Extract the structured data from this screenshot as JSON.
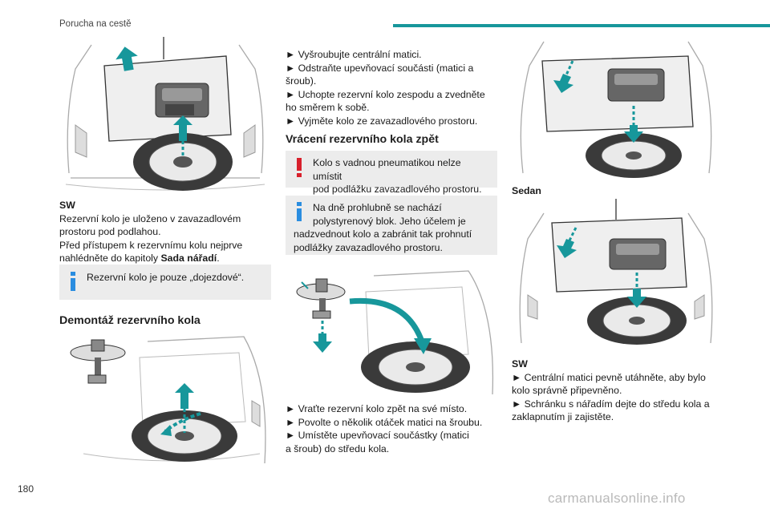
{
  "header": {
    "section_title": "Porucha na cestě"
  },
  "page": {
    "number": "180"
  },
  "watermark": "carmanualsonline.info",
  "colors": {
    "accent": "#17979b",
    "warning": "#d8202c",
    "info": "#2a8de0",
    "note_bg": "#ececec"
  },
  "col1": {
    "sw_label": "SW",
    "intro_line1": "Rezervní kolo je uloženo v zavazadlovém",
    "intro_line2": "prostoru pod podlahou.",
    "intro_line3": "Před přístupem k rezervnímu kolu nejprve",
    "intro_line4_prefix": "nahlédněte do kapitoly ",
    "intro_line4_bold": "Sada nářadí",
    "intro_line4_suffix": ".",
    "note": "Rezervní kolo je pouze „dojezdové“.",
    "heading": "Demontáž rezervního kola"
  },
  "col2": {
    "steps_top": [
      "► Vyšroubujte centrální matici.",
      "► Odstraňte upevňovací součásti (matici a",
      "šroub).",
      "► Uchopte rezervní kolo zespodu a zvedněte",
      "ho směrem k sobě.",
      "► Vyjměte kolo ze zavazadlového prostoru."
    ],
    "heading": "Vrácení rezervního kola zpět",
    "warning_line1": "Kolo s vadnou pneumatikou nelze umístit",
    "warning_line2": "pod podlážku zavazadlového prostoru.",
    "info_line1": "Na dně prohlubně se nachází",
    "info_line2": "polystyrenový blok. Jeho účelem je",
    "info_line3": "nadzvednout kolo a zabránit tak prohnutí",
    "info_line4": "podlážky zavazadlového prostoru.",
    "steps_bottom": [
      "► Vraťte rezervní kolo zpět na své místo.",
      "► Povolte o několik otáček matici na šroubu.",
      "► Umístěte upevňovací součástky (matici",
      "a šroub) do středu kola."
    ]
  },
  "col3": {
    "sedan_label": "Sedan",
    "sw_label": "SW",
    "steps": [
      "► Centrální matici pevně utáhněte, aby bylo",
      "kolo správně připevněno.",
      "► Schránku s nářadím dejte do středu kola a",
      "zaklapnutím ji zajistěte."
    ]
  }
}
